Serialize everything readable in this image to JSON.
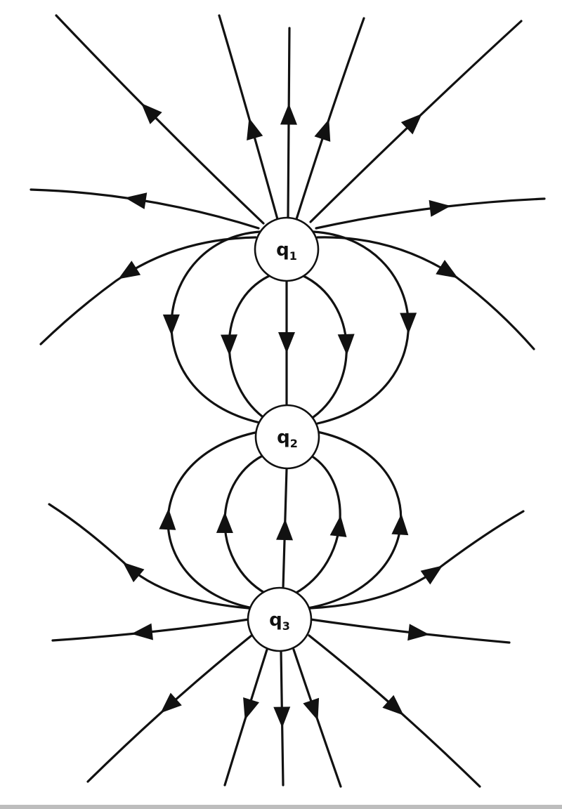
{
  "diagram": {
    "charges": [
      {
        "id": "q1",
        "label": "q",
        "subscript": "1"
      },
      {
        "id": "q2",
        "label": "q",
        "subscript": "2"
      },
      {
        "id": "q3",
        "label": "q",
        "subscript": "3"
      }
    ],
    "colors": {
      "line": "#111111",
      "background": "#ffffff"
    }
  }
}
